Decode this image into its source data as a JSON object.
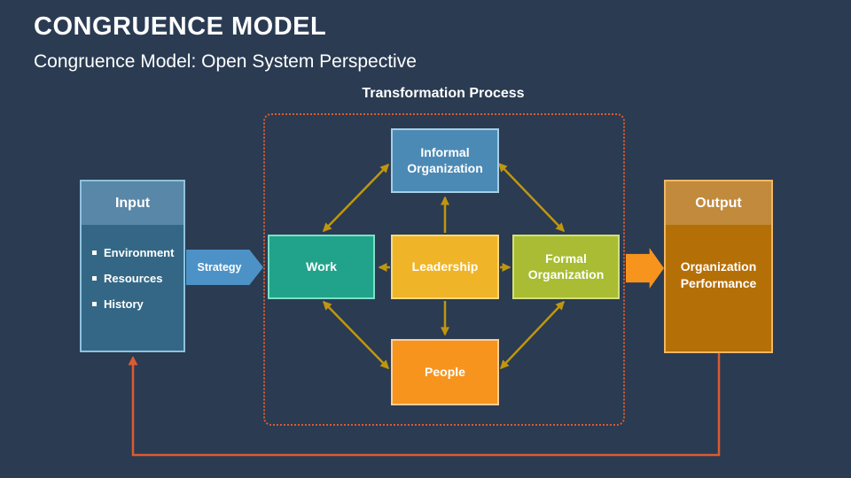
{
  "slide": {
    "title": "CONGRUENCE MODEL",
    "subtitle": "Congruence Model: Open System Perspective"
  },
  "diagram": {
    "transformation_label": "Transformation Process",
    "nodes": {
      "informal": "Informal Organization",
      "work": "Work",
      "leadership": "Leadership",
      "formal": "Formal Organization",
      "people": "People"
    },
    "input": {
      "header": "Input",
      "items": [
        "Environment",
        "Resources",
        "History"
      ]
    },
    "output": {
      "header": "Output",
      "body": "Organization Performance"
    },
    "strategy_label": "Strategy"
  },
  "colors": {
    "background": "#2A3B52",
    "informal_fill": "#4C8AB6",
    "work_fill": "#21A38B",
    "leadership_fill": "#EFB427",
    "formal_fill": "#A9BC33",
    "people_fill": "#F7941E",
    "input_header_fill": "#5987A8",
    "input_body_fill": "#346785",
    "output_header_fill": "#C18A3C",
    "output_body_fill": "#B56F07",
    "strategy_arrow_fill": "#4C92C6",
    "output_arrow_fill": "#F7941E",
    "connector_gold": "#C0960F",
    "feedback_orange": "#DC5B30",
    "text": "#FFFFFF"
  }
}
